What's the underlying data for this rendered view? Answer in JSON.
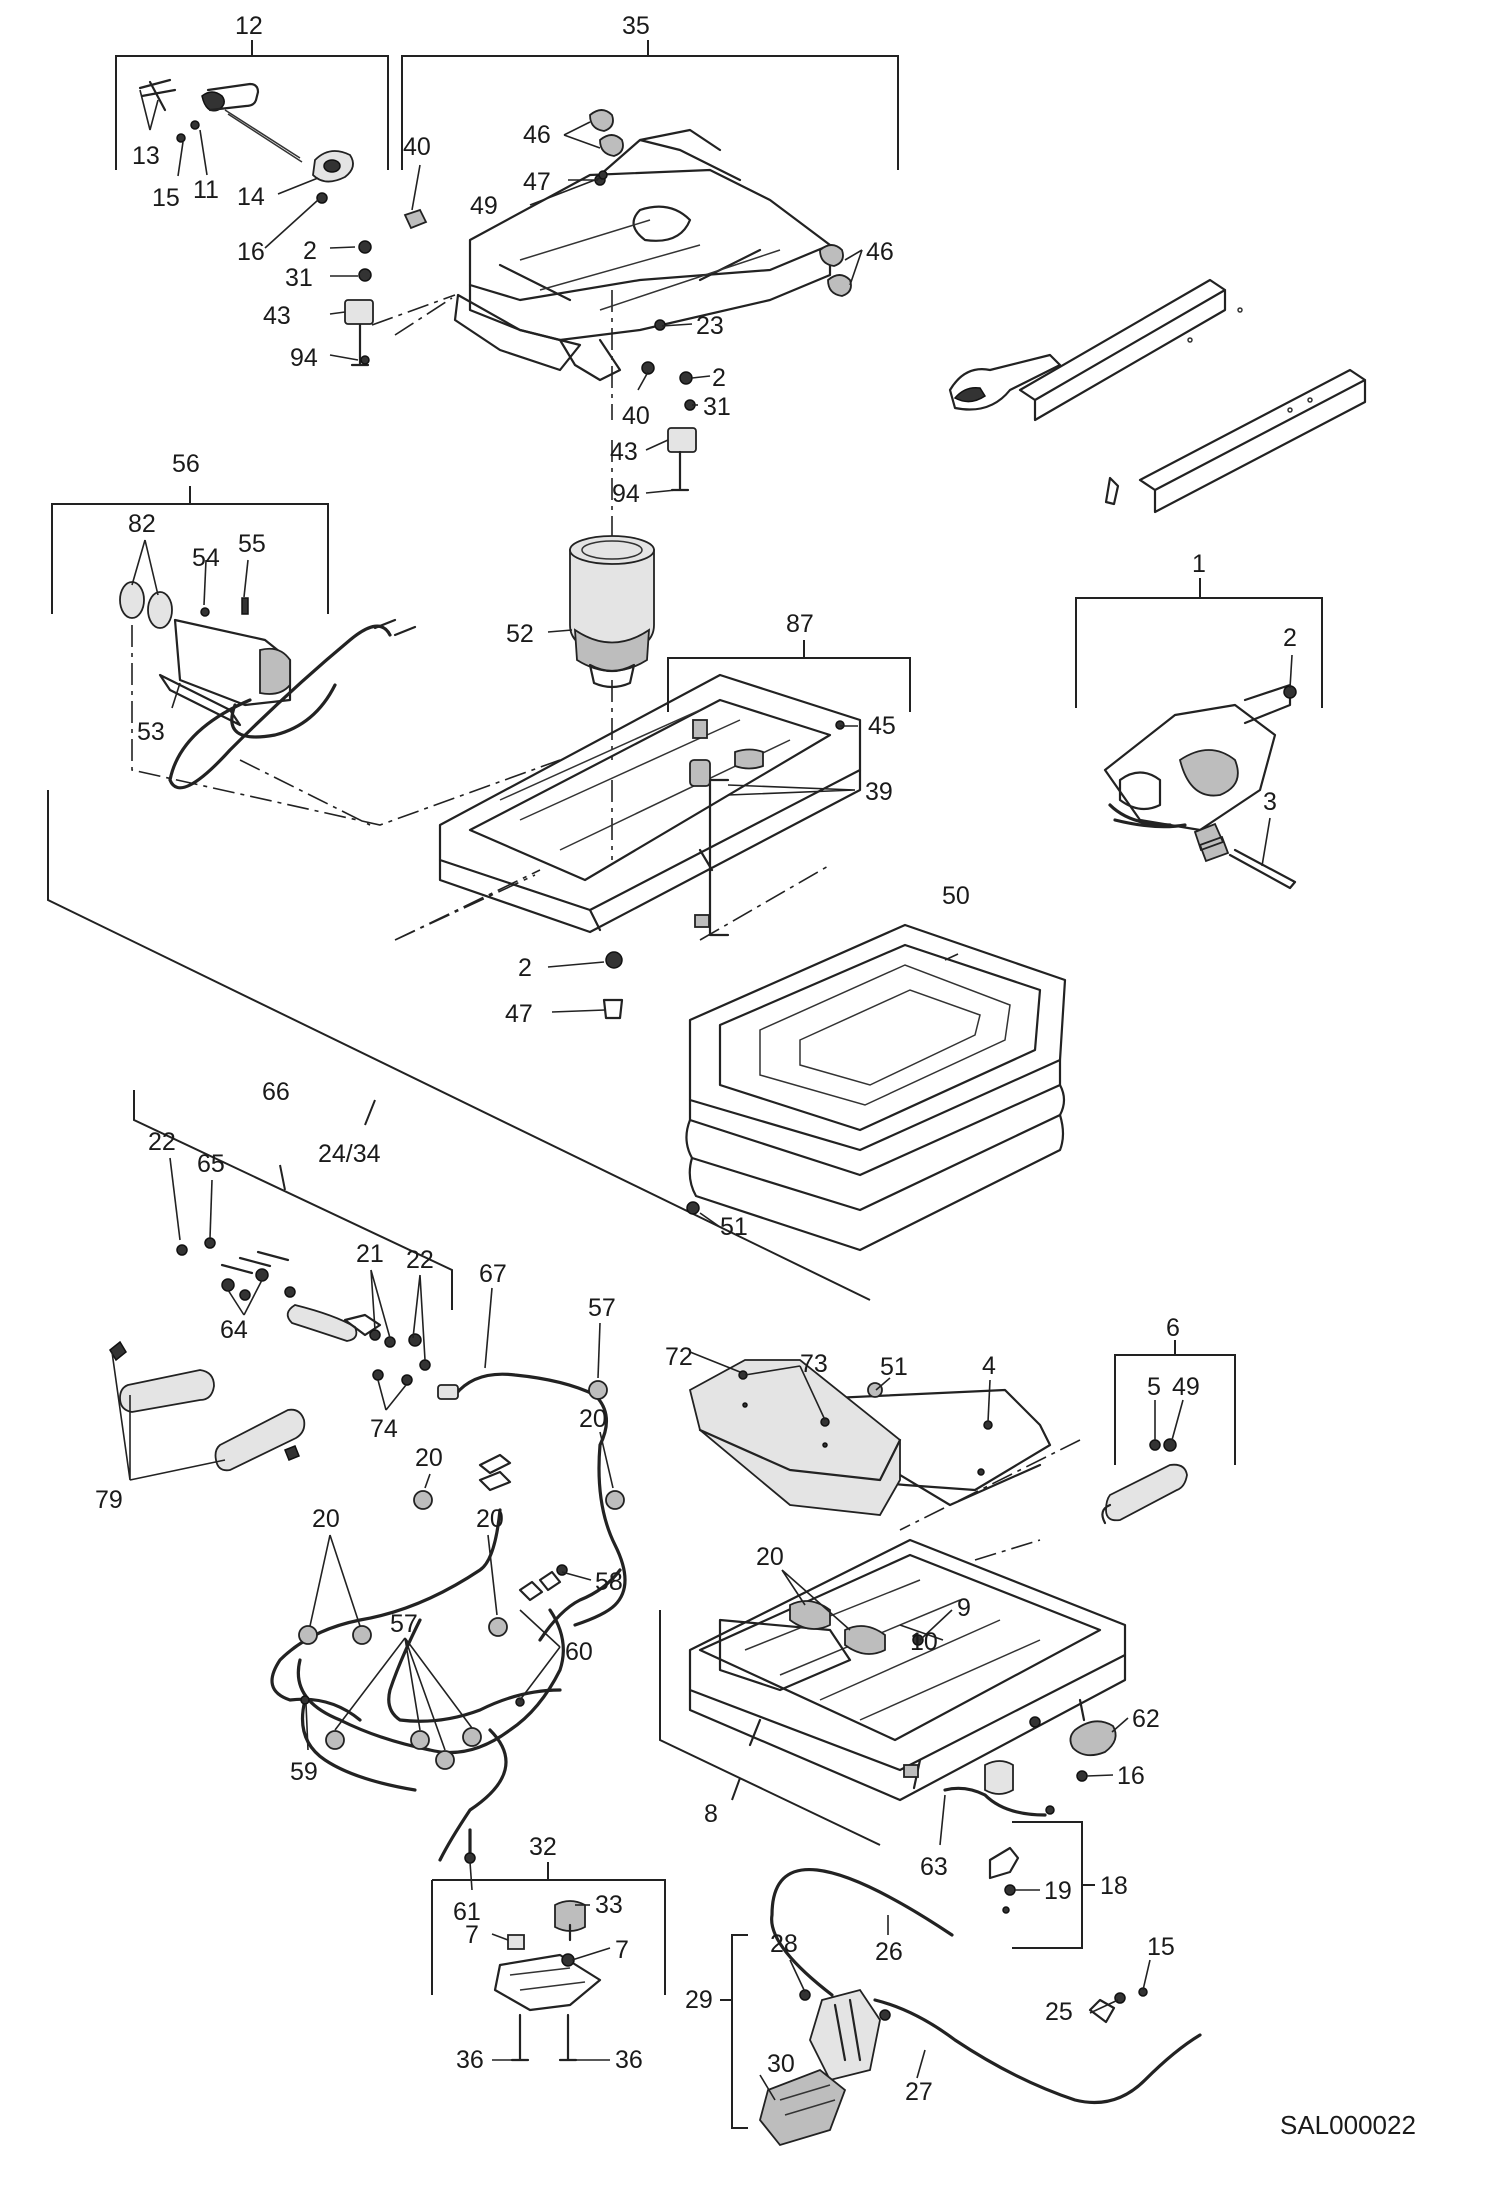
{
  "diagram": {
    "code": "SAL000022",
    "labels": [
      {
        "id": "l12",
        "text": "12"
      },
      {
        "id": "l35",
        "text": "35"
      },
      {
        "id": "l13",
        "text": "13"
      },
      {
        "id": "l15a",
        "text": "15"
      },
      {
        "id": "l11",
        "text": "11"
      },
      {
        "id": "l14",
        "text": "14"
      },
      {
        "id": "l16a",
        "text": "16"
      },
      {
        "id": "l2a",
        "text": "2"
      },
      {
        "id": "l31a",
        "text": "31"
      },
      {
        "id": "l43a",
        "text": "43"
      },
      {
        "id": "l94a",
        "text": "94"
      },
      {
        "id": "l40a",
        "text": "40"
      },
      {
        "id": "l46a",
        "text": "46"
      },
      {
        "id": "l47a",
        "text": "47"
      },
      {
        "id": "l49a",
        "text": "49"
      },
      {
        "id": "l46b",
        "text": "46"
      },
      {
        "id": "l23",
        "text": "23"
      },
      {
        "id": "l40b",
        "text": "40"
      },
      {
        "id": "l2b",
        "text": "2"
      },
      {
        "id": "l31b",
        "text": "31"
      },
      {
        "id": "l43b",
        "text": "43"
      },
      {
        "id": "l94b",
        "text": "94"
      },
      {
        "id": "l56",
        "text": "56"
      },
      {
        "id": "l82",
        "text": "82"
      },
      {
        "id": "l54",
        "text": "54"
      },
      {
        "id": "l55",
        "text": "55"
      },
      {
        "id": "l53",
        "text": "53"
      },
      {
        "id": "l52",
        "text": "52"
      },
      {
        "id": "l87",
        "text": "87"
      },
      {
        "id": "l45",
        "text": "45"
      },
      {
        "id": "l39",
        "text": "39"
      },
      {
        "id": "l1",
        "text": "1"
      },
      {
        "id": "l2c",
        "text": "2"
      },
      {
        "id": "l3",
        "text": "3"
      },
      {
        "id": "l2d",
        "text": "2"
      },
      {
        "id": "l47b",
        "text": "47"
      },
      {
        "id": "l50",
        "text": "50"
      },
      {
        "id": "l66",
        "text": "66"
      },
      {
        "id": "l2434",
        "text": "24/34"
      },
      {
        "id": "l22a",
        "text": "22"
      },
      {
        "id": "l65",
        "text": "65"
      },
      {
        "id": "l21",
        "text": "21"
      },
      {
        "id": "l22b",
        "text": "22"
      },
      {
        "id": "l64",
        "text": "64"
      },
      {
        "id": "l74",
        "text": "74"
      },
      {
        "id": "l79",
        "text": "79"
      },
      {
        "id": "l51a",
        "text": "51"
      },
      {
        "id": "l67",
        "text": "67"
      },
      {
        "id": "l57a",
        "text": "57"
      },
      {
        "id": "l20a",
        "text": "20"
      },
      {
        "id": "l20b",
        "text": "20"
      },
      {
        "id": "l20c",
        "text": "20"
      },
      {
        "id": "l20d",
        "text": "20"
      },
      {
        "id": "l58",
        "text": "58"
      },
      {
        "id": "l57b",
        "text": "57"
      },
      {
        "id": "l60",
        "text": "60"
      },
      {
        "id": "l59",
        "text": "59"
      },
      {
        "id": "l61",
        "text": "61"
      },
      {
        "id": "l72",
        "text": "72"
      },
      {
        "id": "l73",
        "text": "73"
      },
      {
        "id": "l51b",
        "text": "51"
      },
      {
        "id": "l4",
        "text": "4"
      },
      {
        "id": "l6",
        "text": "6"
      },
      {
        "id": "l5",
        "text": "5"
      },
      {
        "id": "l49b",
        "text": "49"
      },
      {
        "id": "l20e",
        "text": "20"
      },
      {
        "id": "l9",
        "text": "9"
      },
      {
        "id": "l10",
        "text": "10"
      },
      {
        "id": "l62",
        "text": "62"
      },
      {
        "id": "l16b",
        "text": "16"
      },
      {
        "id": "l8",
        "text": "8"
      },
      {
        "id": "l63",
        "text": "63"
      },
      {
        "id": "l19",
        "text": "19"
      },
      {
        "id": "l18",
        "text": "18"
      },
      {
        "id": "l32",
        "text": "32"
      },
      {
        "id": "l33",
        "text": "33"
      },
      {
        "id": "l7a",
        "text": "7"
      },
      {
        "id": "l7b",
        "text": "7"
      },
      {
        "id": "l36a",
        "text": "36"
      },
      {
        "id": "l36b",
        "text": "36"
      },
      {
        "id": "l26",
        "text": "26"
      },
      {
        "id": "l28",
        "text": "28"
      },
      {
        "id": "l29",
        "text": "29"
      },
      {
        "id": "l30",
        "text": "30"
      },
      {
        "id": "l27",
        "text": "27"
      },
      {
        "id": "l25",
        "text": "25"
      },
      {
        "id": "l15b",
        "text": "15"
      }
    ]
  }
}
